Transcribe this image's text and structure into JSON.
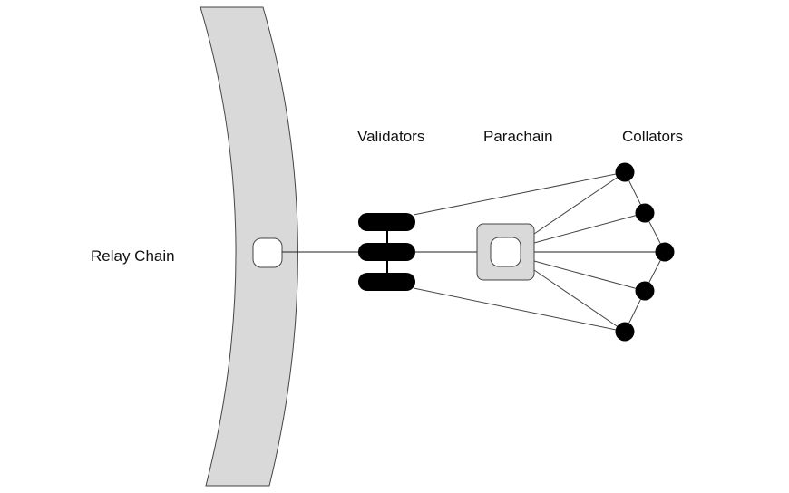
{
  "labels": {
    "relay_chain": "Relay Chain",
    "validators": "Validators",
    "parachain": "Parachain",
    "collators": "Collators"
  },
  "colors": {
    "relay_fill": "#d9d9d9",
    "stroke": "#444444",
    "node_fill": "#000000",
    "parachain_fill": "#d9d9d9",
    "background": "#ffffff"
  },
  "counts": {
    "validators": 3,
    "collators": 5
  }
}
